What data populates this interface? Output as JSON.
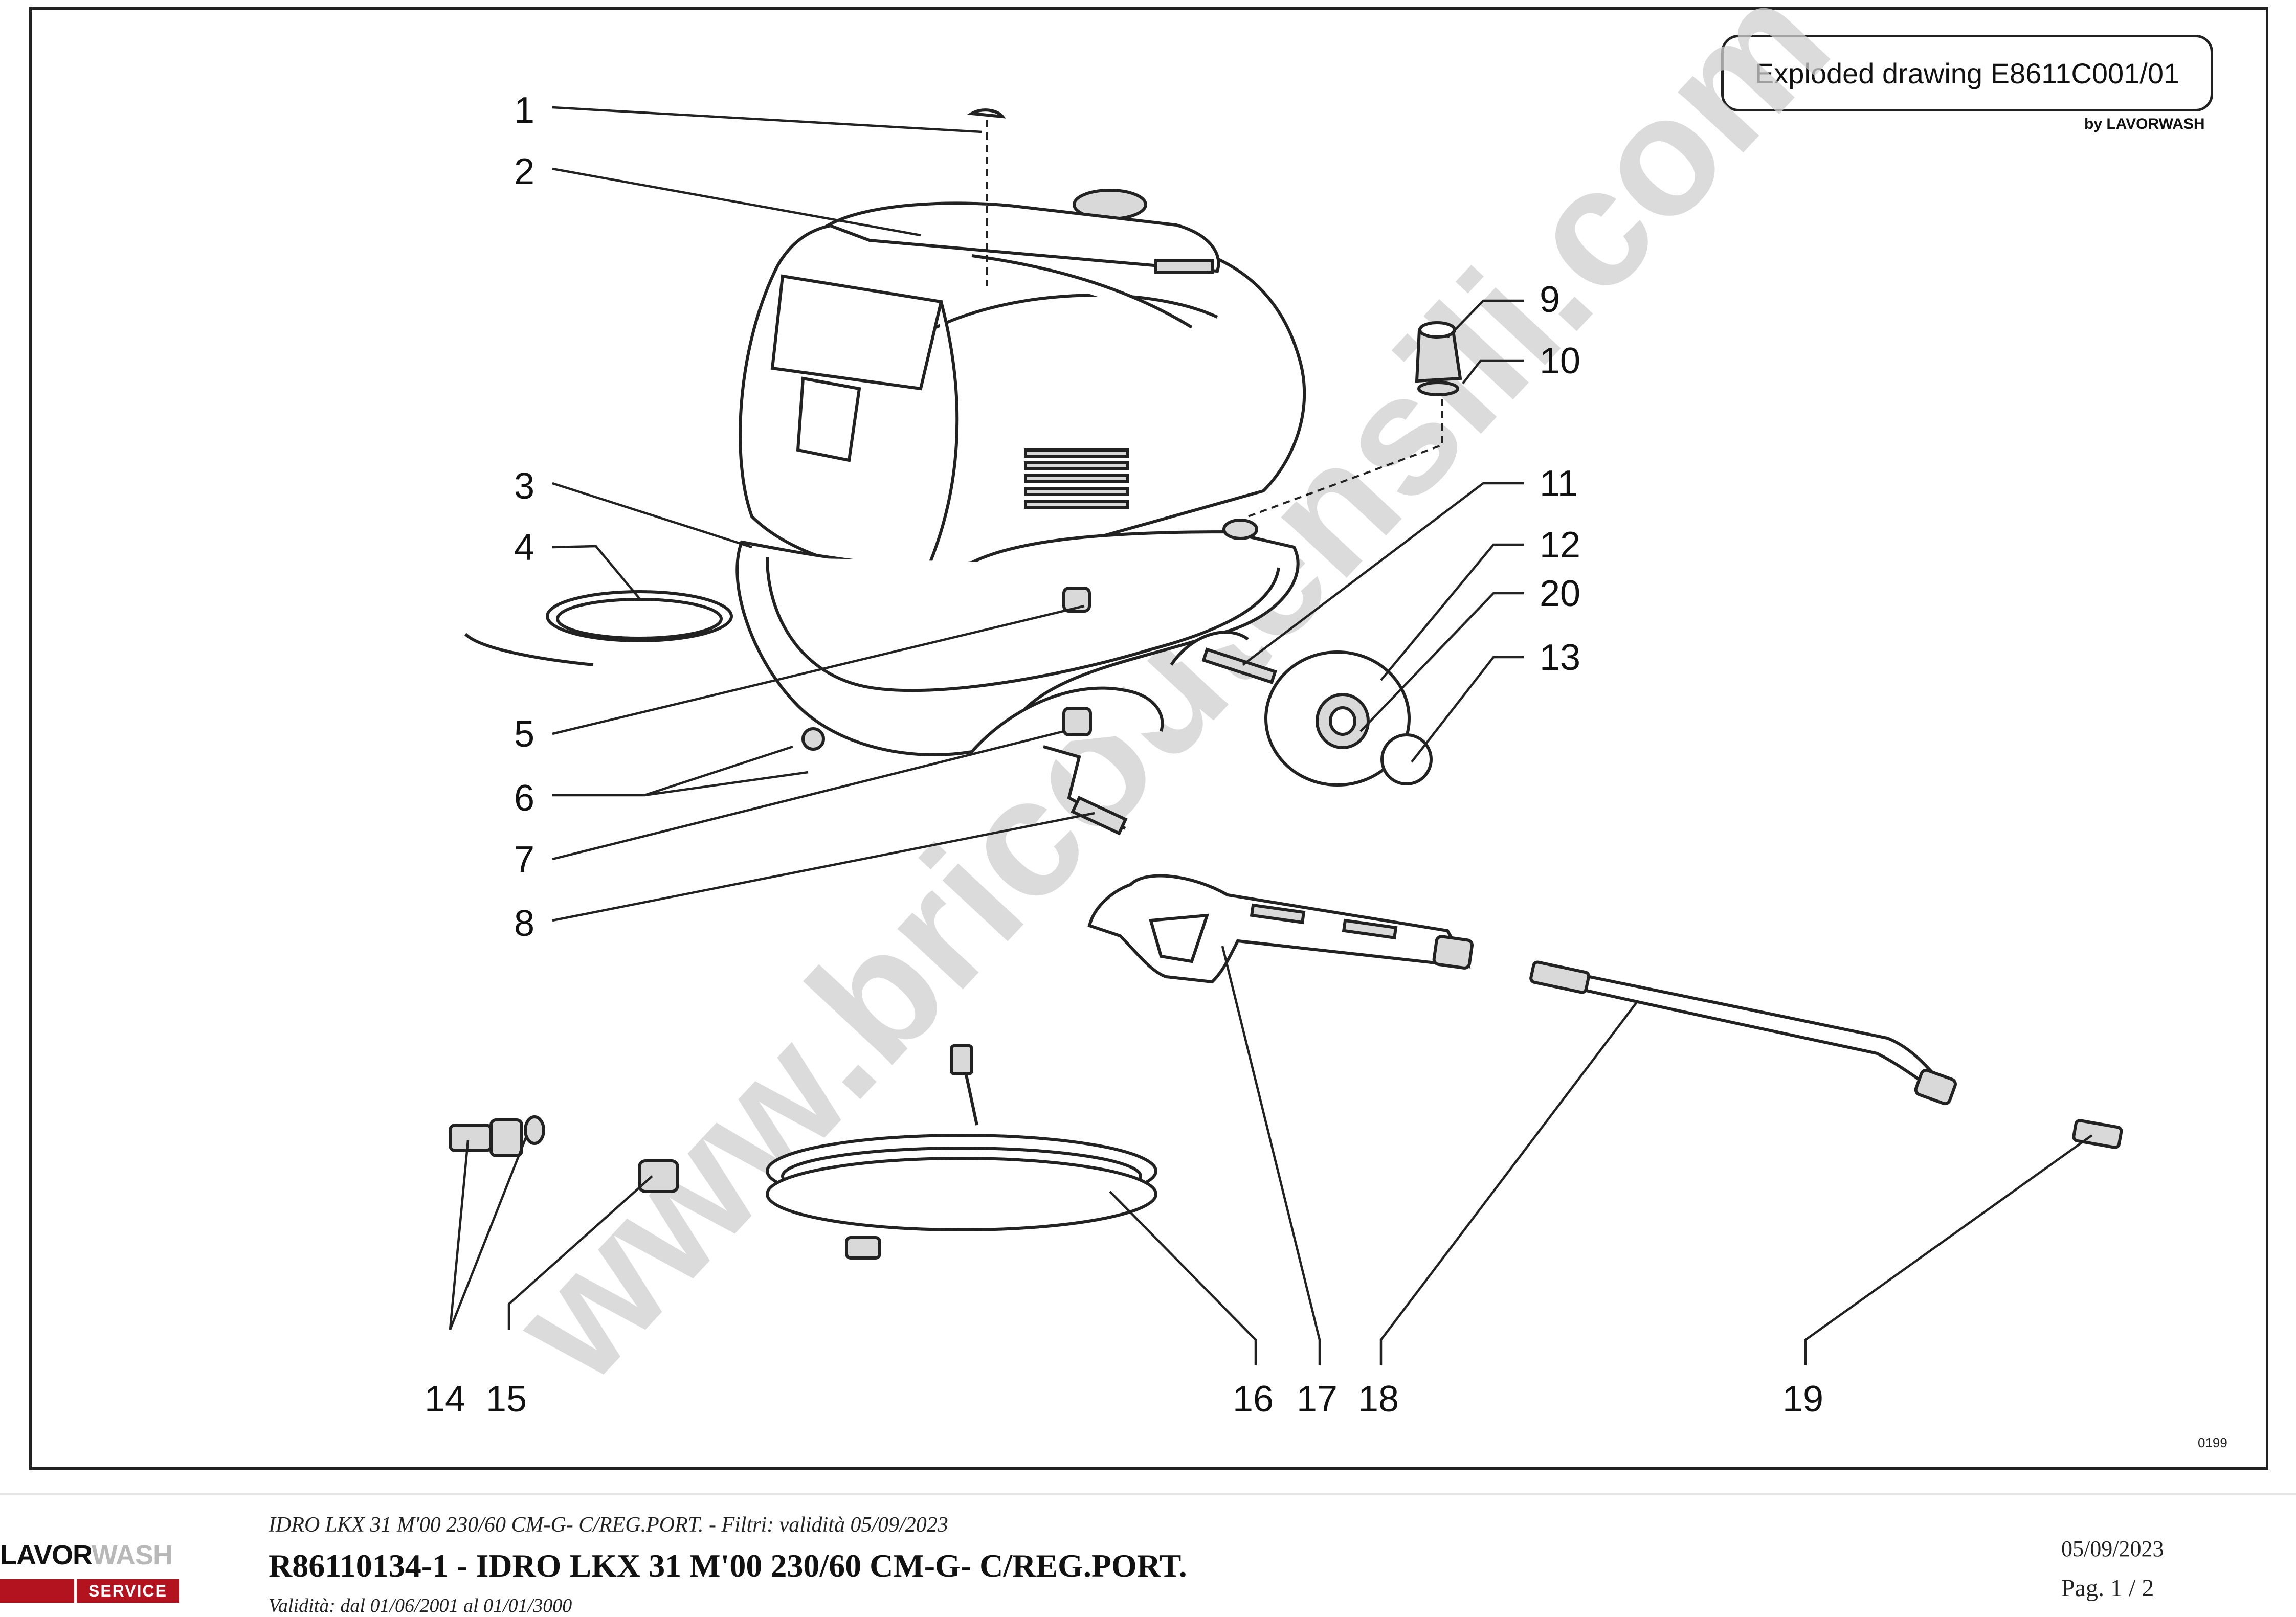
{
  "drawing": {
    "title": "Exploded drawing E8611C001/01",
    "by": "by LAVORWASH",
    "code": "0199",
    "watermark": "www.bricoutensili.com"
  },
  "callouts": [
    "1",
    "2",
    "3",
    "4",
    "5",
    "6",
    "7",
    "8",
    "9",
    "10",
    "11",
    "12",
    "20",
    "13",
    "14",
    "15",
    "16",
    "17",
    "18",
    "19"
  ],
  "footer": {
    "logo_part1": "LAVOR",
    "logo_part2": "WASH",
    "logo_service": "SERVICE",
    "subtitle": "IDRO LKX 31 M'00 230/60 CM-G- C/REG.PORT. - Filtri: validità 05/09/2023",
    "title": "R86110134-1 - IDRO LKX 31 M'00 230/60 CM-G- C/REG.PORT.",
    "validity": "Validità: dal 01/06/2001 al 01/01/3000",
    "date": "05/09/2023",
    "page": "Pag. 1 / 2"
  },
  "colors": {
    "frame": "#222222",
    "brand_red": "#b3121f",
    "watermark": "#d0d0d0"
  }
}
